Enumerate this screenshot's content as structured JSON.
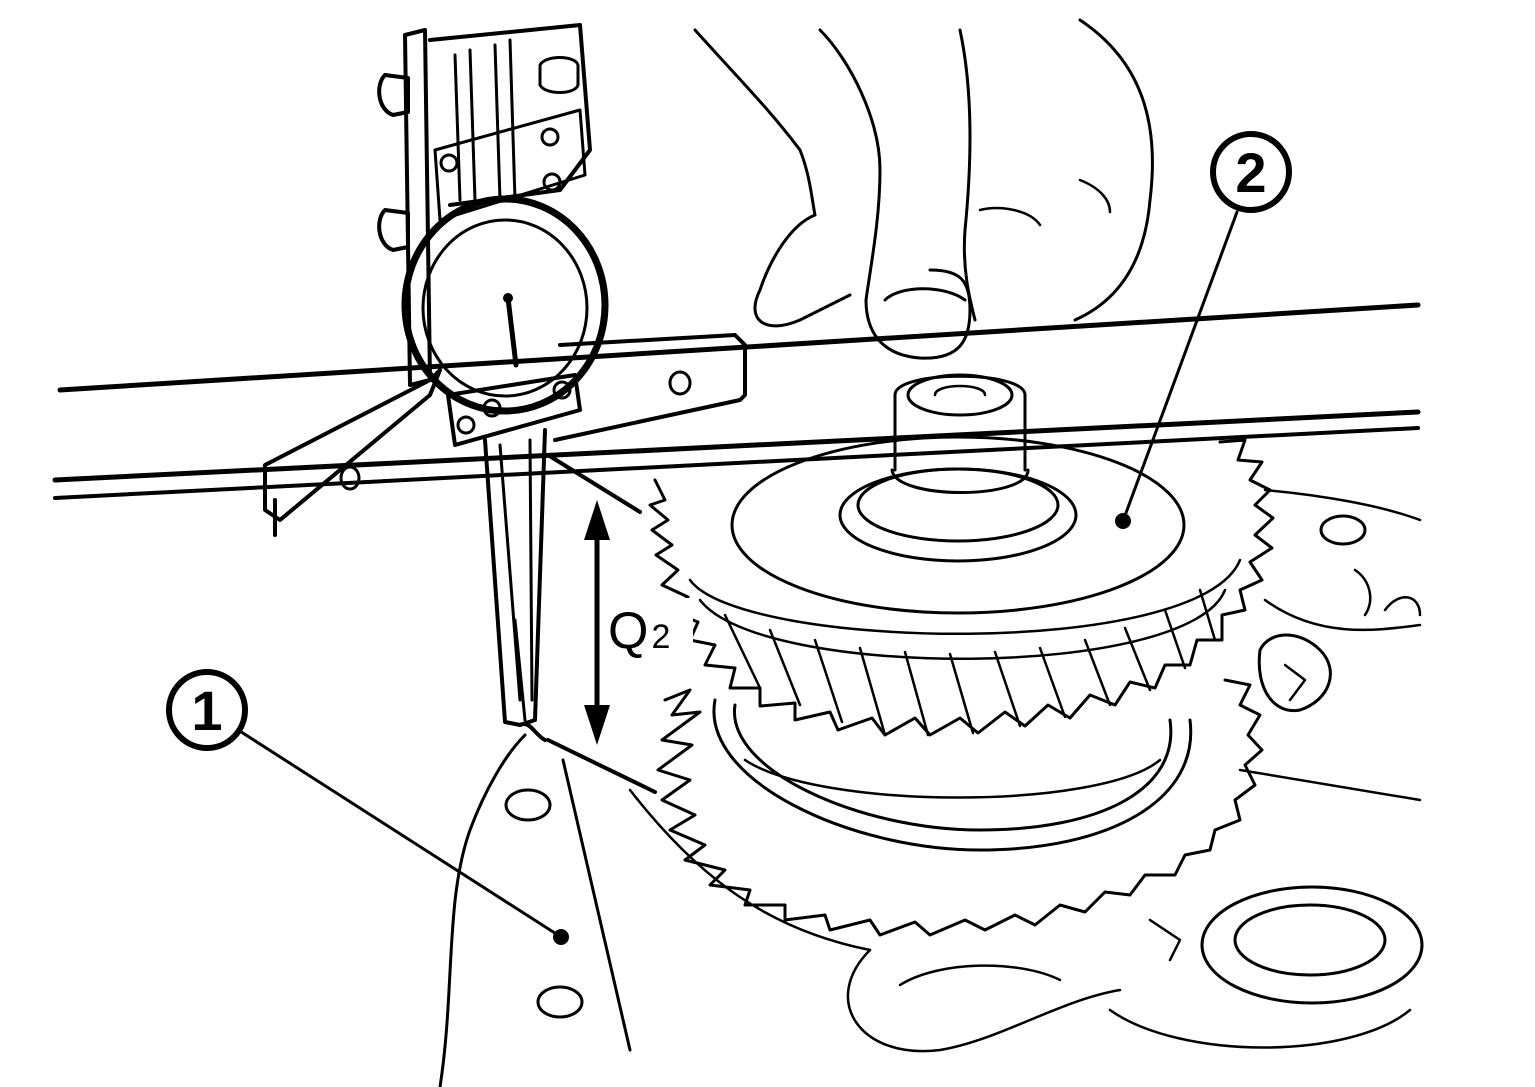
{
  "callouts": [
    {
      "number": "1"
    },
    {
      "number": "2"
    }
  ],
  "dimension": {
    "symbol": "Q",
    "subscript": "2"
  },
  "colors": {
    "ink": "#000000",
    "paper": "#ffffff"
  }
}
